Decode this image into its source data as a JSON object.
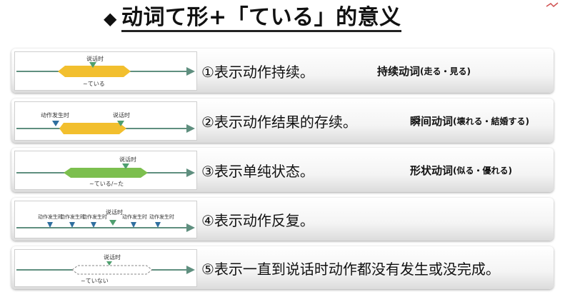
{
  "title": {
    "mark": "◆",
    "text": "动词て形+「ている」的意义"
  },
  "rows": [
    {
      "desc": "①表示动作持续。",
      "verb_kind": "持续动词",
      "verb_examples": "(走る・見る)",
      "labels": {
        "top": "说话时",
        "bottom": "~ている"
      }
    },
    {
      "desc": "②表示动作结果的存续。",
      "verb_kind": "瞬间动词",
      "verb_examples": "(壊れる・結婚する)",
      "labels": {
        "start": "动作发生时",
        "top": "说话时"
      }
    },
    {
      "desc": "③表示单纯状态。",
      "verb_kind": "形状动词",
      "verb_examples": "(似る・優れる)",
      "labels": {
        "top": "说话时",
        "bottom": "~ている/~た"
      }
    },
    {
      "desc": "④表示动作反复。",
      "labels": {
        "occurrence": "动作发生时",
        "top": "说话时"
      }
    },
    {
      "desc": "⑤表示一直到说话时动作都没有发生或没完成。",
      "labels": {
        "top": "说话时",
        "bottom": "~ていない"
      }
    }
  ],
  "colors": {
    "timeline": "#5f8f7f",
    "bar_yellow": "#f2bf2e",
    "bar_green": "#7cbf4e",
    "marker_blue": "#2f6f9f",
    "marker_green": "#4f9f6f"
  }
}
